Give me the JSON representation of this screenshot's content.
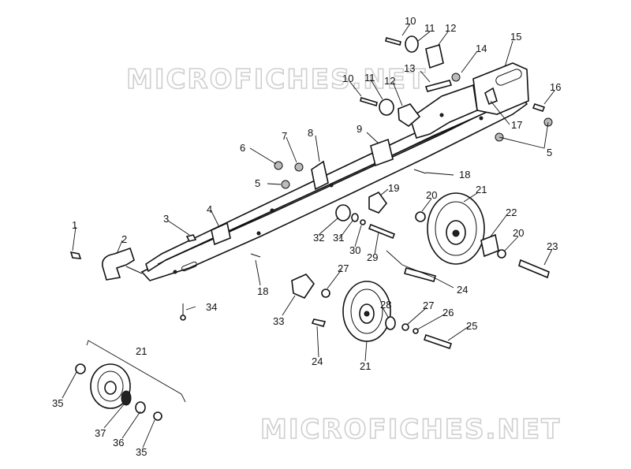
{
  "watermark": {
    "top": "MICROFICHES.NET",
    "bottom": "MICROFICHES.NET"
  },
  "callouts": [
    {
      "id": "c10a",
      "text": "10"
    },
    {
      "id": "c11a",
      "text": "11"
    },
    {
      "id": "c12a",
      "text": "12"
    },
    {
      "id": "c15",
      "text": "15"
    },
    {
      "id": "c14",
      "text": "14"
    },
    {
      "id": "c13",
      "text": "13"
    },
    {
      "id": "c10b",
      "text": "10"
    },
    {
      "id": "c11b",
      "text": "11"
    },
    {
      "id": "c12b",
      "text": "12"
    },
    {
      "id": "c16",
      "text": "16"
    },
    {
      "id": "c17",
      "text": "17"
    },
    {
      "id": "c5a",
      "text": "5"
    },
    {
      "id": "c9",
      "text": "9"
    },
    {
      "id": "c8",
      "text": "8"
    },
    {
      "id": "c7",
      "text": "7"
    },
    {
      "id": "c6",
      "text": "6"
    },
    {
      "id": "c5b",
      "text": "5"
    },
    {
      "id": "c18a",
      "text": "18"
    },
    {
      "id": "c19",
      "text": "19"
    },
    {
      "id": "c20a",
      "text": "20"
    },
    {
      "id": "c21a",
      "text": "21"
    },
    {
      "id": "c22",
      "text": "22"
    },
    {
      "id": "c20b",
      "text": "20"
    },
    {
      "id": "c23",
      "text": "23"
    },
    {
      "id": "c4",
      "text": "4"
    },
    {
      "id": "c3",
      "text": "3"
    },
    {
      "id": "c1",
      "text": "1"
    },
    {
      "id": "c2",
      "text": "2"
    },
    {
      "id": "c32",
      "text": "32"
    },
    {
      "id": "c31",
      "text": "31"
    },
    {
      "id": "c30",
      "text": "30"
    },
    {
      "id": "c29",
      "text": "29"
    },
    {
      "id": "c24a",
      "text": "24"
    },
    {
      "id": "c18b",
      "text": "18"
    },
    {
      "id": "c34",
      "text": "34"
    },
    {
      "id": "c27a",
      "text": "27"
    },
    {
      "id": "c33",
      "text": "33"
    },
    {
      "id": "c28",
      "text": "28"
    },
    {
      "id": "c27b",
      "text": "27"
    },
    {
      "id": "c26",
      "text": "26"
    },
    {
      "id": "c25",
      "text": "25"
    },
    {
      "id": "c24b",
      "text": "24"
    },
    {
      "id": "c21b",
      "text": "21"
    },
    {
      "id": "c21c",
      "text": "21"
    },
    {
      "id": "c35a",
      "text": "35"
    },
    {
      "id": "c37",
      "text": "37"
    },
    {
      "id": "c36",
      "text": "36"
    },
    {
      "id": "c35b",
      "text": "35"
    }
  ]
}
